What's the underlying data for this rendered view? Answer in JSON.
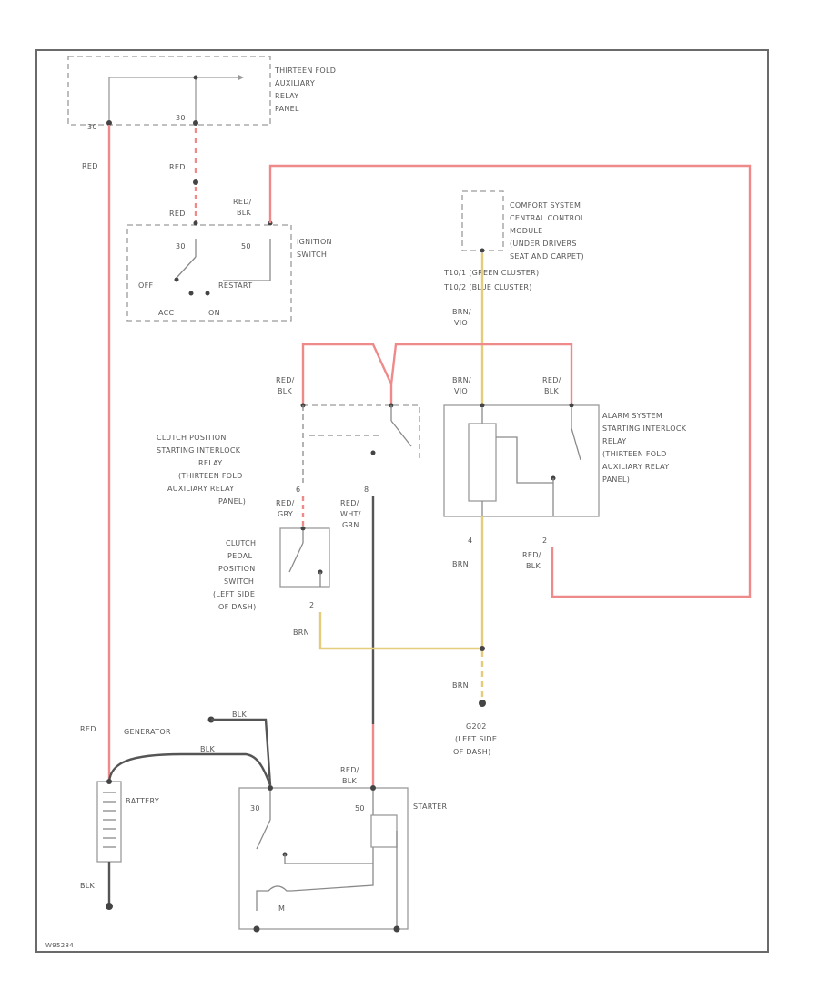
{
  "relay_panel": {
    "lines": [
      "THIRTEEN FOLD",
      "AUXILIARY",
      "RELAY",
      "PANEL"
    ],
    "pin_left": "30",
    "pin_right": "30"
  },
  "wires": {
    "red_1": "RED",
    "red_2": "RED",
    "red_3": "RED",
    "red_blk_ign": [
      "RED/",
      "BLK"
    ],
    "brn_vio": [
      "BRN/",
      "VIO"
    ],
    "red_blk_1": [
      "RED/",
      "BLK"
    ],
    "brn_vio_2": [
      "BRN/",
      "VIO"
    ],
    "red_blk_2": [
      "RED/",
      "BLK"
    ],
    "red_gry": [
      "RED/",
      "GRY"
    ],
    "red_wht_grn": [
      "RED/",
      "WHT/",
      "GRN"
    ],
    "brn_1": "BRN",
    "red_blk_3": [
      "RED/",
      "BLK"
    ],
    "brn_2": "BRN",
    "brn_3": "BRN",
    "red_gen": "RED",
    "blk_gen": "BLK",
    "blk_top": "BLK",
    "blk_bat": "BLK",
    "red_blk_starter": [
      "RED/",
      "BLK"
    ]
  },
  "ignition_switch": {
    "lines": [
      "IGNITION",
      "SWITCH"
    ],
    "pin_30": "30",
    "pin_50": "50",
    "off": "OFF",
    "restart": "RESTART",
    "acc": "ACC",
    "on": "ON"
  },
  "comfort_module": {
    "lines": [
      "COMFORT SYSTEM",
      "CENTRAL CONTROL",
      "MODULE",
      "(UNDER DRIVERS",
      "SEAT AND CARPET)"
    ],
    "t10_1": "T10/1 (GREEN CLUSTER)",
    "t10_2": "T10/2 (BLUE CLUSTER)"
  },
  "clutch_relay": {
    "lines": [
      "CLUTCH POSITION",
      "STARTING INTERLOCK",
      "RELAY",
      "(THIRTEEN FOLD",
      "AUXILIARY RELAY",
      "PANEL)"
    ],
    "pin_6": "6",
    "pin_8": "8"
  },
  "alarm_relay": {
    "lines": [
      "ALARM SYSTEM",
      "STARTING INTERLOCK",
      "RELAY",
      "(THIRTEEN FOLD",
      "AUXILIARY RELAY",
      "PANEL)"
    ],
    "pin_4": "4",
    "pin_2": "2"
  },
  "clutch_switch": {
    "lines": [
      "CLUTCH",
      "PEDAL",
      "POSITION",
      "SWITCH",
      "(LEFT SIDE",
      "OF DASH)"
    ],
    "pin_2": "2"
  },
  "ground": {
    "lines": [
      "G202",
      "(LEFT SIDE",
      "OF DASH)"
    ]
  },
  "generator": {
    "label": "GENERATOR"
  },
  "battery": {
    "label": "BATTERY"
  },
  "starter": {
    "label": "STARTER",
    "pin_30": "30",
    "pin_50": "50",
    "motor": "M"
  },
  "footer": {
    "code": "W95284"
  }
}
